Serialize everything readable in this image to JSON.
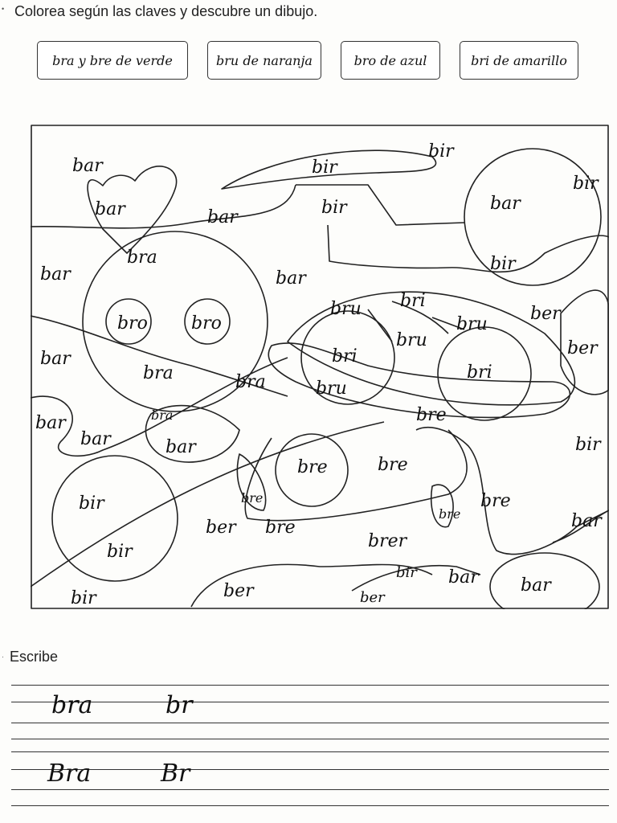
{
  "header": {
    "instruction": "Colorea según las claves y descubre un dibujo."
  },
  "keys": [
    "bra y bre de verde",
    "bru de naranja",
    "bro de azul",
    "bri de amarillo"
  ],
  "picture": {
    "labels": [
      "bar",
      "bar",
      "bir",
      "bir",
      "bir",
      "bar",
      "bir",
      "bar",
      "bir",
      "bra",
      "bar",
      "bar",
      "bro",
      "bro",
      "bru",
      "bri",
      "ber",
      "bri",
      "bru",
      "bru",
      "bar",
      "bra",
      "bri",
      "ber",
      "bra",
      "bra",
      "bru",
      "bar",
      "bar",
      "bar",
      "bre",
      "bir",
      "bre",
      "bre",
      "bir",
      "bre",
      "bre",
      "bre",
      "bar",
      "bir",
      "ber",
      "bre",
      "brer",
      "bir",
      "bar",
      "bar",
      "bir",
      "ber",
      "ber"
    ]
  },
  "writing": {
    "heading": "Escribe",
    "row1": [
      "bra",
      "br"
    ],
    "row2": [
      "Bra",
      "Br"
    ]
  }
}
